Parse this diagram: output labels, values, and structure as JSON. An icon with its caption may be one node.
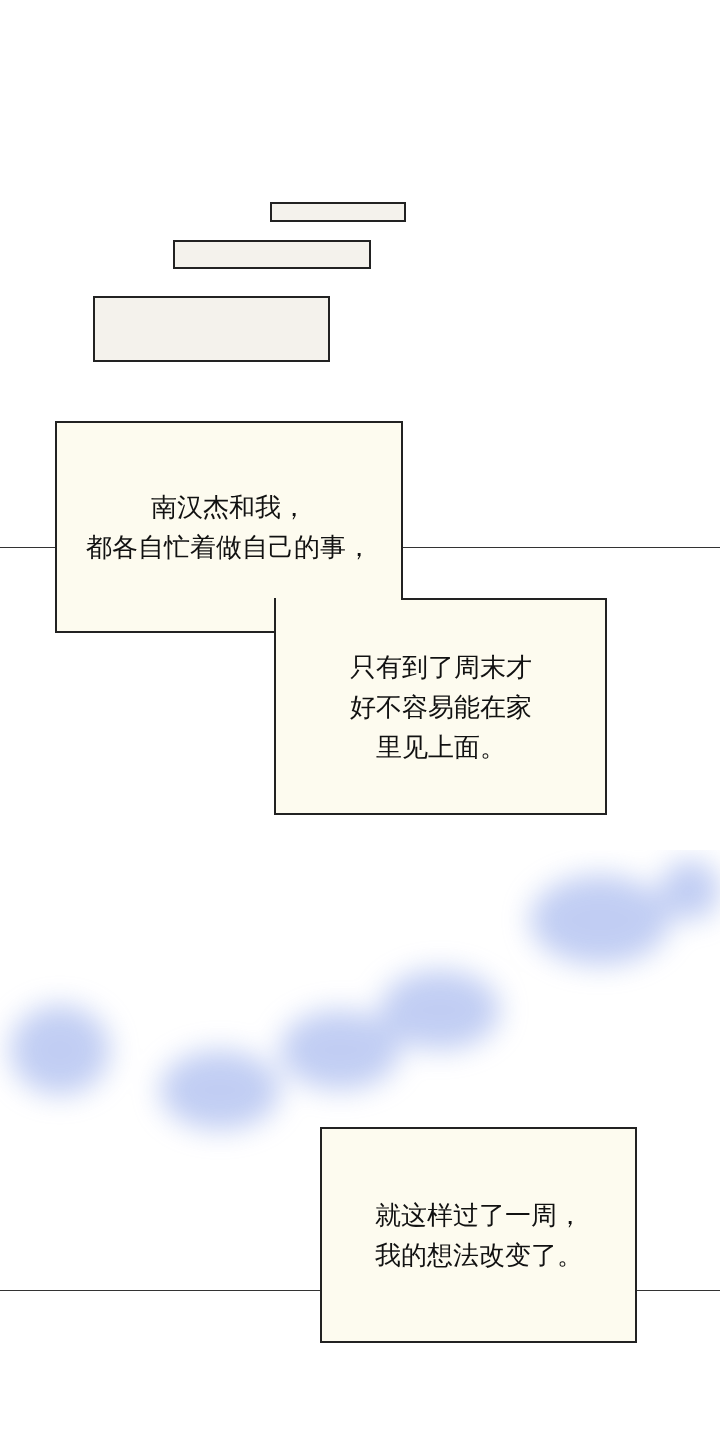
{
  "diagram": {
    "nodes": [
      {
        "text": [],
        "shape": "box"
      },
      {
        "text": [],
        "shape": "box"
      },
      {
        "text": [],
        "shape": "box"
      },
      {
        "text": [
          "南汉杰和我，都各自忙着做自己的事，"
        ]
      },
      {
        "text": [
          "只有到了周末才好不容易能在家里见上面。"
        ]
      },
      {
        "text": [
          "就这样过了一周，我的想法改变了。"
        ]
      }
    ]
  }
}
